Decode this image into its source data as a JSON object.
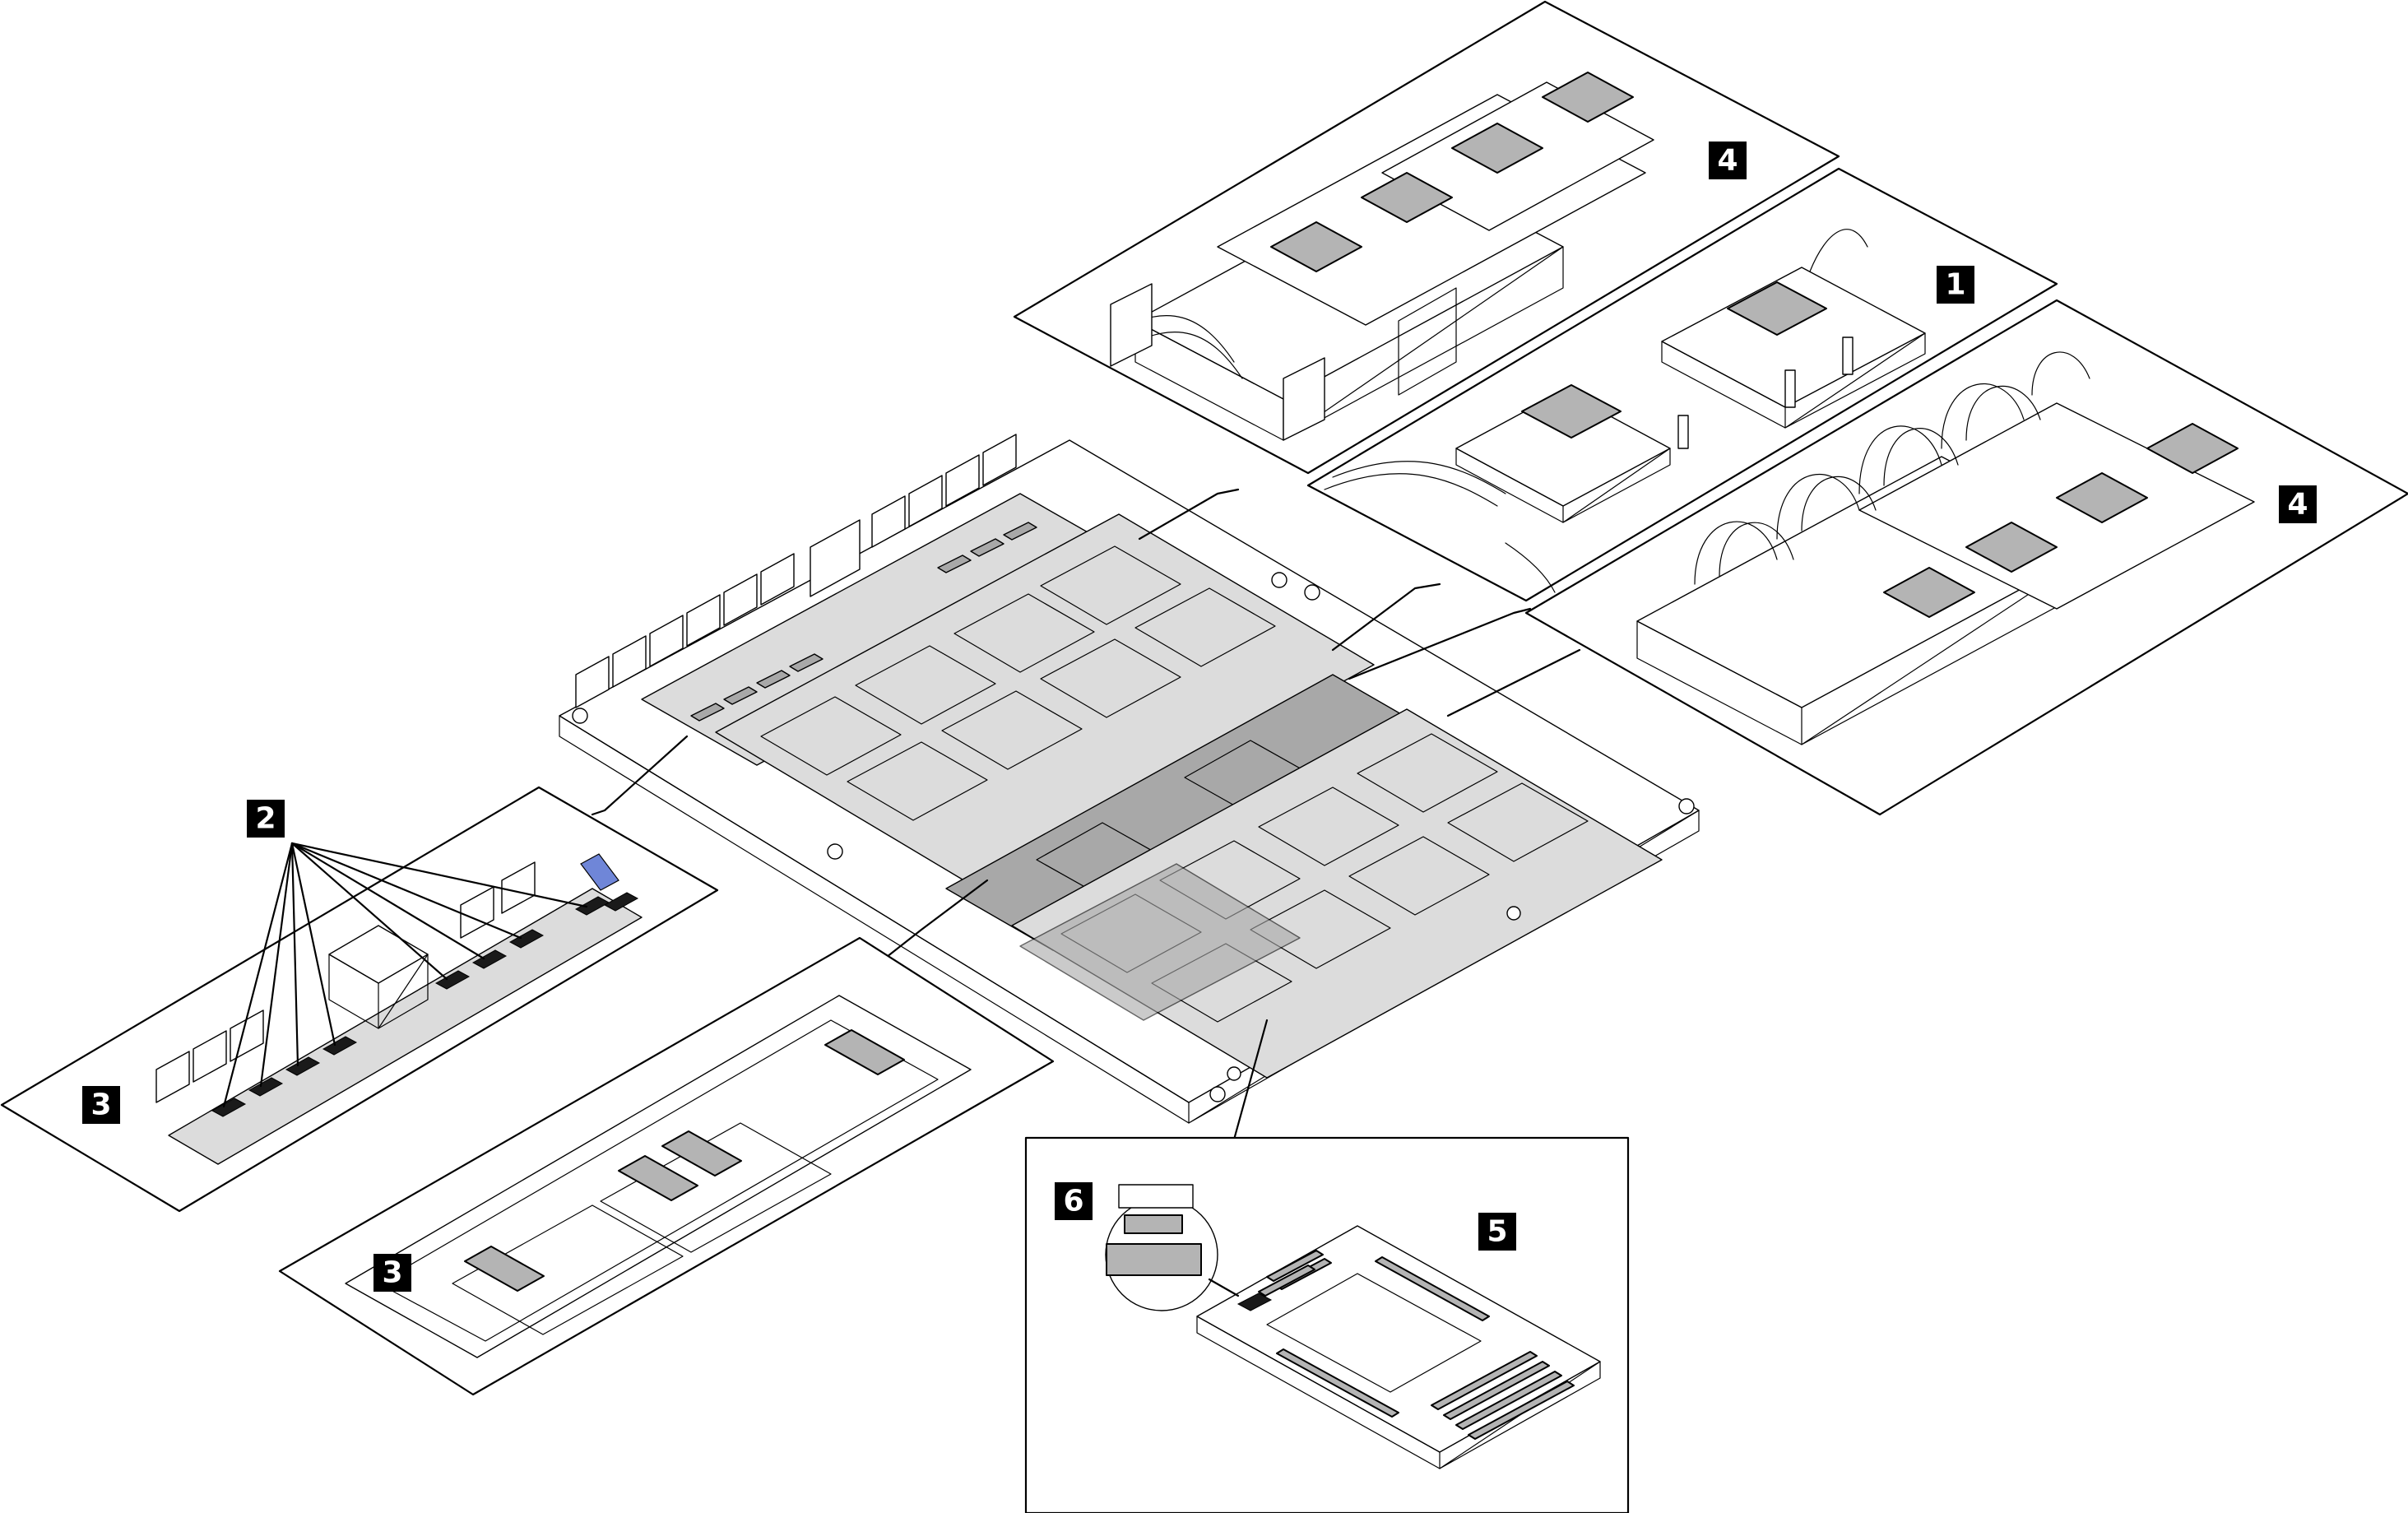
{
  "callouts": {
    "c1": "1",
    "c2": "2",
    "c3a": "3",
    "c3b": "3",
    "c4a": "4",
    "c4b": "4",
    "c5": "5",
    "c6": "6"
  },
  "colors": {
    "plate_gray": "#dcdcdc",
    "dark_gray": "#a8a8a8",
    "highlight_blue": "#6f86d8"
  }
}
